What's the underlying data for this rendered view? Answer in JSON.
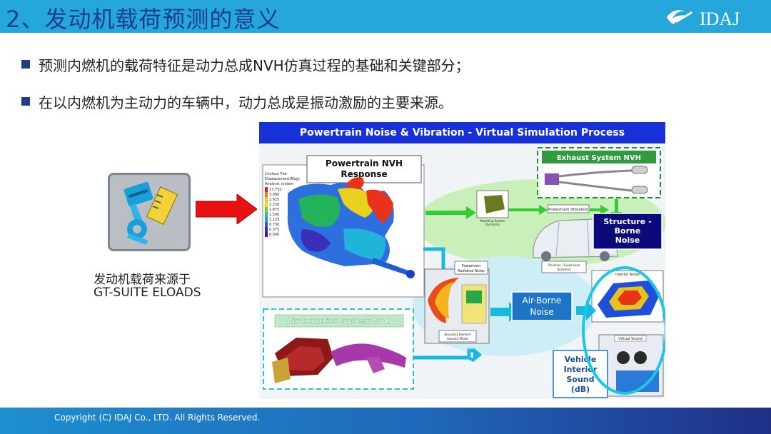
{
  "slide": {
    "title": "2、发动机载荷预测的意义",
    "logo_text": "IDAJ",
    "bullets": [
      "预测内燃机的载荷特征是动力总成NVH仿真过程的基础和关键部分；",
      "在以内燃机为主动力的车辆中，动力总成是振动激励的主要来源。"
    ],
    "caption_line1": "发动机载荷来源于",
    "caption_line2": "GT-SUITE ELOADS",
    "copyright": "Copyright (C)  IDAJ Co., LTD. All Rights Reserved."
  },
  "diagram": {
    "title": "Powertrain Noise & Vibration  -  Virtual Simulation Process",
    "nvh_response_line1": "Powertrain NVH",
    "nvh_response_line2": "Response",
    "contour_lines": [
      "Contour Plot",
      "Displacement(Mag)",
      "Analysis system"
    ],
    "legend_values": [
      "17.750",
      "3.000",
      "2.625",
      "2.250",
      "1.875",
      "1.500",
      "1.125",
      "0.750",
      "0.375",
      "0.000"
    ],
    "exhaust_label": "Exhaust System NVH",
    "mounting_label_line1": "Mounting System",
    "mounting_label_line2": "Dynamics",
    "powertrain_vibration_label": "Powertrain Vibration",
    "structure_line1": "Structure -",
    "structure_line2": "Borne",
    "structure_line3": "Noise",
    "driveline_line1": "Driveline / Suspension",
    "driveline_line2": "Dynamics",
    "interior_noise_label": "Interior Noise",
    "radiated_line1": "Powertrain",
    "radiated_line2": "Radiated Noise",
    "boundary_line1": "Boundary Element",
    "boundary_line2": "Acoustic Model",
    "airborne_line1": "Air-Borne",
    "airborne_line2": "Noise",
    "air_induction_label": "Air Induction System NVH",
    "virtual_sound_label": "Virtual Sound",
    "vehicle_line1": "Vehicle",
    "vehicle_line2": "Interior",
    "vehicle_line3": "Sound",
    "vehicle_line4": "(dB)"
  },
  "colors": {
    "header": "#25a7db",
    "title_text": "#1a3f8f",
    "diagram_title_bar": "#1830d8",
    "structure_box": "#0a0a7a",
    "airborne_box": "#1e74c6",
    "flow_arrow": "#17b9e0",
    "green_arrow": "#33cc33",
    "red_arrow": "#e81010"
  }
}
